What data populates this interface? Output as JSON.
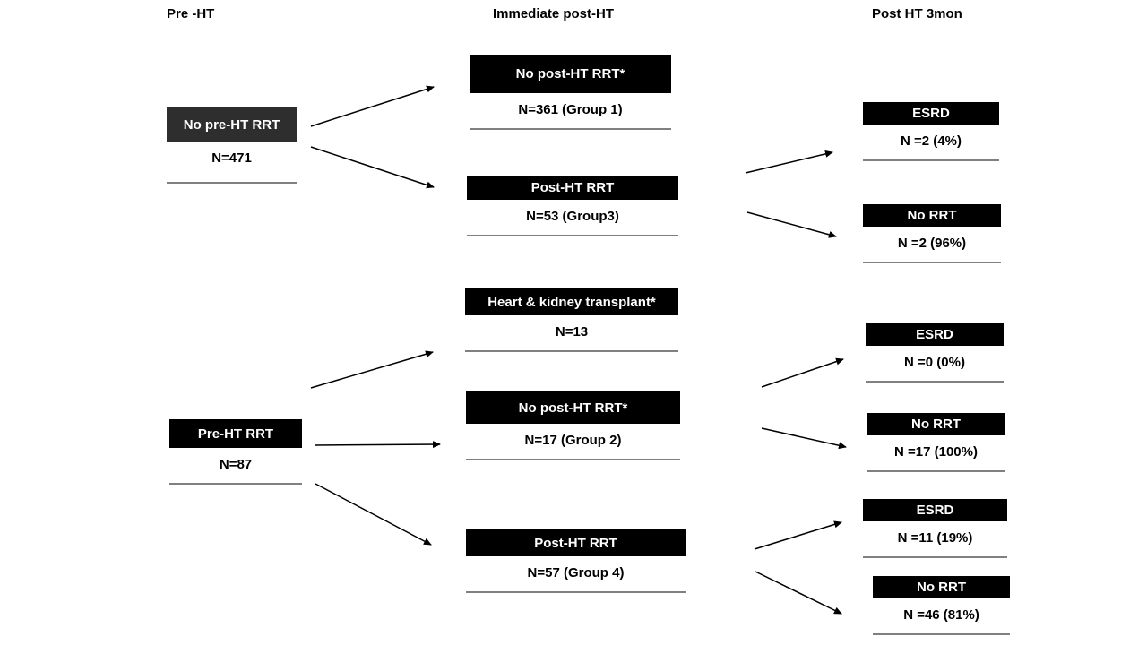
{
  "headers": [
    {
      "label": "Pre -HT"
    },
    {
      "label": "Immediate post-HT"
    },
    {
      "label": "Post HT 3mon"
    }
  ],
  "nodes": {
    "no_pre_ht_rrt": {
      "label": "No pre-HT RRT",
      "count": "N=471"
    },
    "pre_ht_rrt": {
      "label": "Pre-HT RRT",
      "count": "N=87"
    },
    "no_post_ht_rrt_g1": {
      "label": "No post-HT RRT*",
      "count": "N=361 (Group 1)"
    },
    "post_ht_rrt_g3": {
      "label": "Post-HT RRT",
      "count": "N=53 (Group3)"
    },
    "heart_kidney": {
      "label": "Heart & kidney transplant*",
      "count": "N=13"
    },
    "no_post_ht_rrt_g2": {
      "label": "No post-HT RRT*",
      "count": "N=17 (Group 2)"
    },
    "post_ht_rrt_g4": {
      "label": "Post-HT RRT",
      "count": "N=57 (Group 4)"
    },
    "esrd_g3": {
      "label": "ESRD",
      "count": "N =2 (4%)"
    },
    "no_rrt_g3": {
      "label": "No RRT",
      "count": "N =2 (96%)"
    },
    "esrd_g2": {
      "label": "ESRD",
      "count": "N =0 (0%)"
    },
    "no_rrt_g2": {
      "label": "No RRT",
      "count": "N =17 (100%)"
    },
    "esrd_g4": {
      "label": "ESRD",
      "count": "N =11 (19%)"
    },
    "no_rrt_g4": {
      "label": "No RRT",
      "count": "N =46 (81%)"
    }
  },
  "colors": {
    "page_bg": "#ffffff",
    "box_bg": "#000000",
    "first_box_bg": "#2e2e2e",
    "box_text": "#ffffff",
    "text": "#000000",
    "rule": "#808080",
    "arrow": "#000000"
  }
}
